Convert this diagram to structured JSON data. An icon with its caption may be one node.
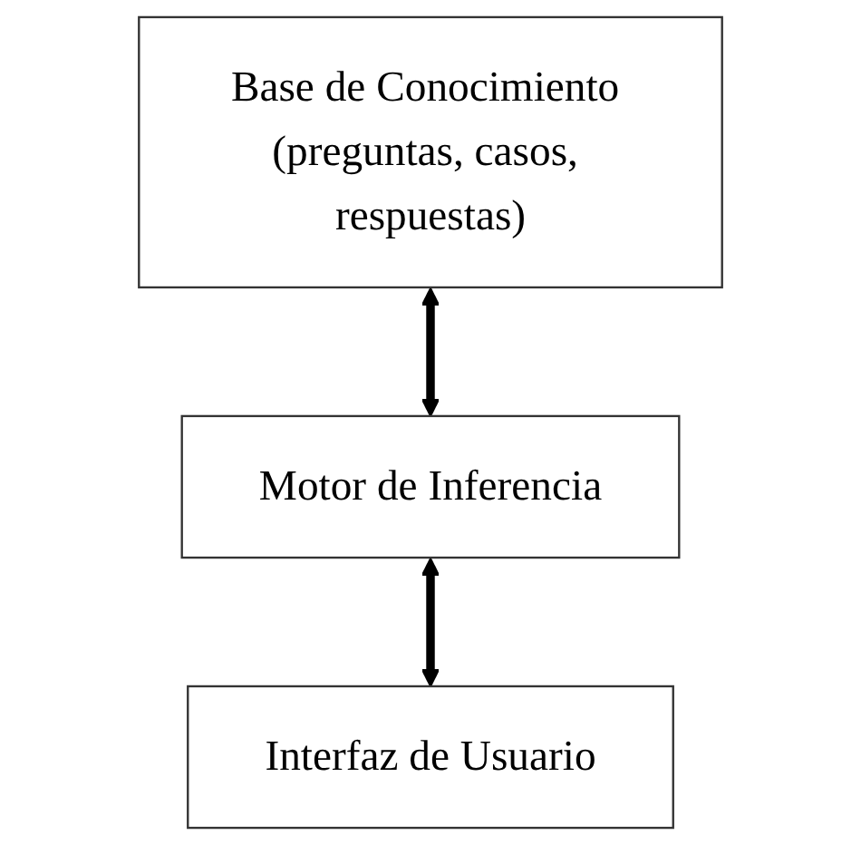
{
  "diagram": {
    "nodes": [
      {
        "text": [
          "Base de Conocimiento (preguntas, casos, respuestas)"
        ]
      },
      {
        "text": [
          "Motor de Inferencia"
        ]
      },
      {
        "text": [
          "Interfaz de Usuario"
        ]
      }
    ],
    "edges": [
      {
        "from": 0,
        "to": 1,
        "arrow": "both"
      },
      {
        "from": 1,
        "to": 2,
        "arrow": "both"
      }
    ]
  }
}
